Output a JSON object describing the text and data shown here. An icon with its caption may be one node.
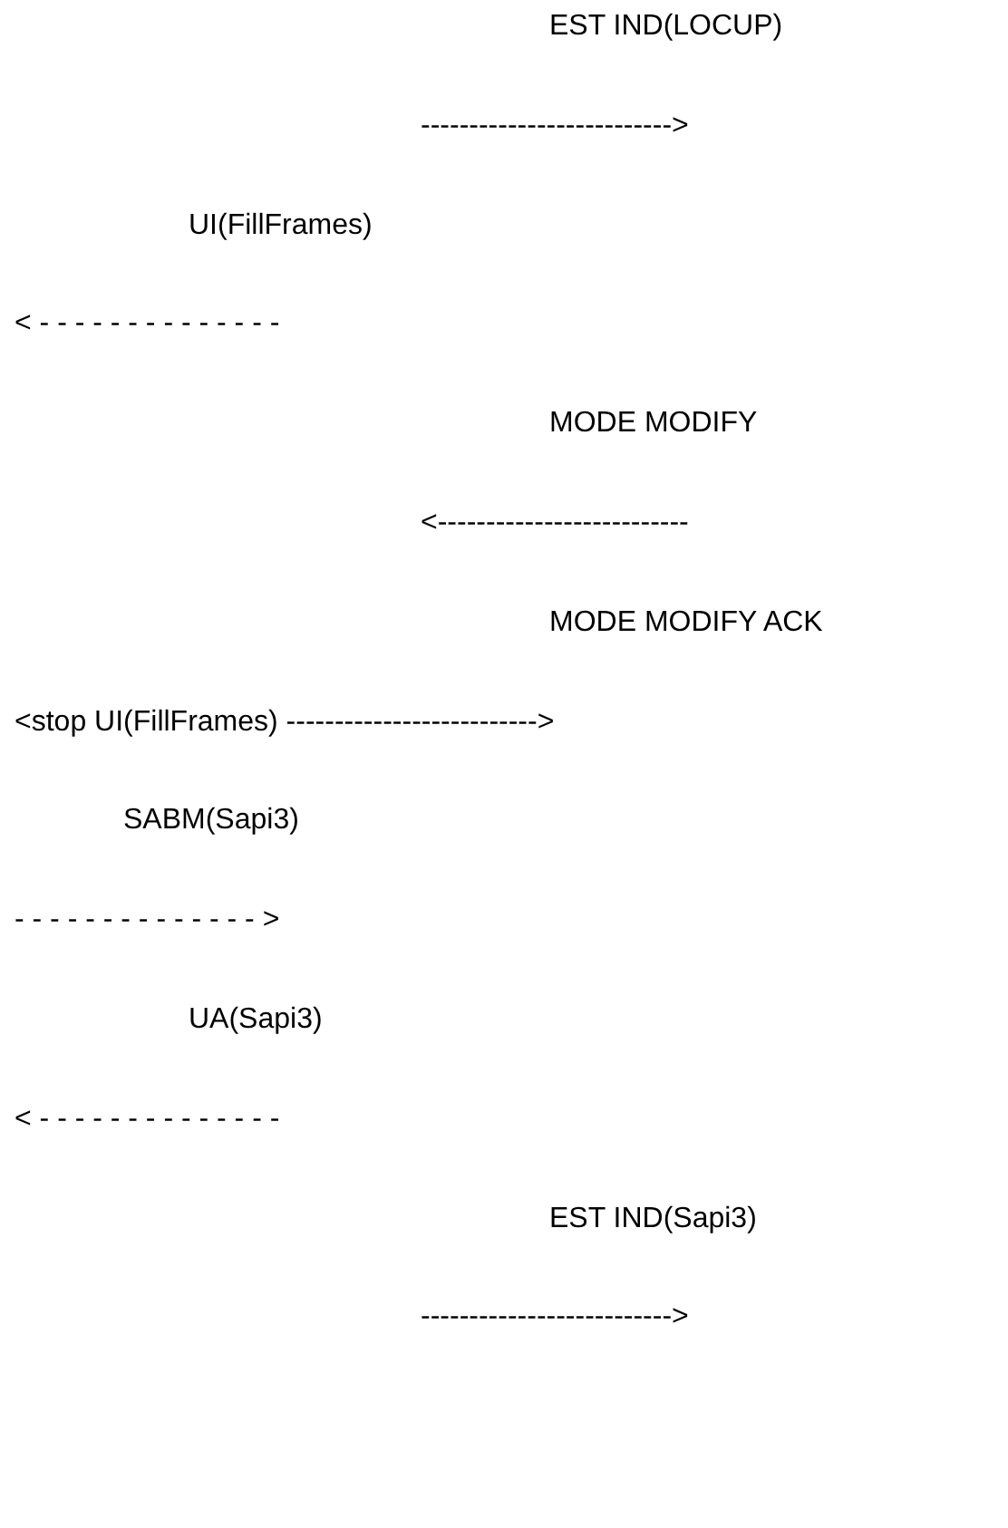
{
  "diagram": {
    "labels": [
      "EST IND(LOCUP)",
      "-------------------------->",
      "UI(FillFrames)",
      "< - - - - - - - - - - - - - -",
      "MODE MODIFY",
      "<--------------------------",
      "MODE MODIFY ACK",
      "<stop UI(FillFrames) -------------------------->",
      "SABM(Sapi3)",
      "- - - - - - - - - - - - - - >",
      "UA(Sapi3)",
      "< - - - - - - - - - - - - - -",
      "EST IND(Sapi3)",
      "-------------------------->"
    ]
  }
}
